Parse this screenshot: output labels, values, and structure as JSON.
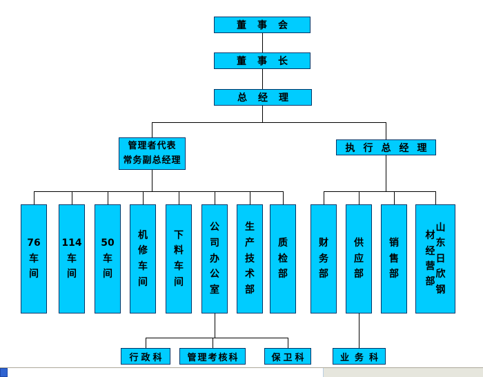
{
  "nodes": {
    "board": "董事会",
    "chairman": "董事长",
    "gm": "总经理",
    "mgmt_rep": "管理者代表\n常务副总经理",
    "exec_gm": "执行总经理",
    "w76": "76\n车\n间",
    "w114": "114\n车\n间",
    "w50": "50\n车\n间",
    "machine_repair": "机\n修\n车\n间",
    "cutting": "下\n料\n车\n间",
    "office": "公\n司\n办\n公\n室",
    "prod_tech": "生\n产\n技\n术\n部",
    "qc": "质\n检\n部",
    "finance": "财\n务\n部",
    "supply": "供\n应\n部",
    "sales": "销\n售\n部",
    "steel_col_left": "材\n经\n营\n部",
    "steel_col_right": "山\n东\n日\n欣\n钢",
    "admin": "行政科",
    "assessment": "管理考核科",
    "security": "保卫科",
    "business": "业务科"
  },
  "hierarchy": {
    "board": [
      "chairman"
    ],
    "chairman": [
      "gm"
    ],
    "gm": [
      "mgmt_rep",
      "exec_gm"
    ],
    "mgmt_rep": [
      "w76",
      "w114",
      "w50",
      "machine_repair",
      "cutting",
      "office",
      "prod_tech",
      "qc"
    ],
    "exec_gm": [
      "finance",
      "supply",
      "sales",
      "steel"
    ],
    "office": [
      "admin",
      "assessment",
      "security"
    ],
    "supply": [
      "business"
    ]
  },
  "colors": {
    "box_fill": "#00ccff",
    "box_border": "#003366",
    "connector": "#000000",
    "scroll_button": "#2f63d0"
  }
}
